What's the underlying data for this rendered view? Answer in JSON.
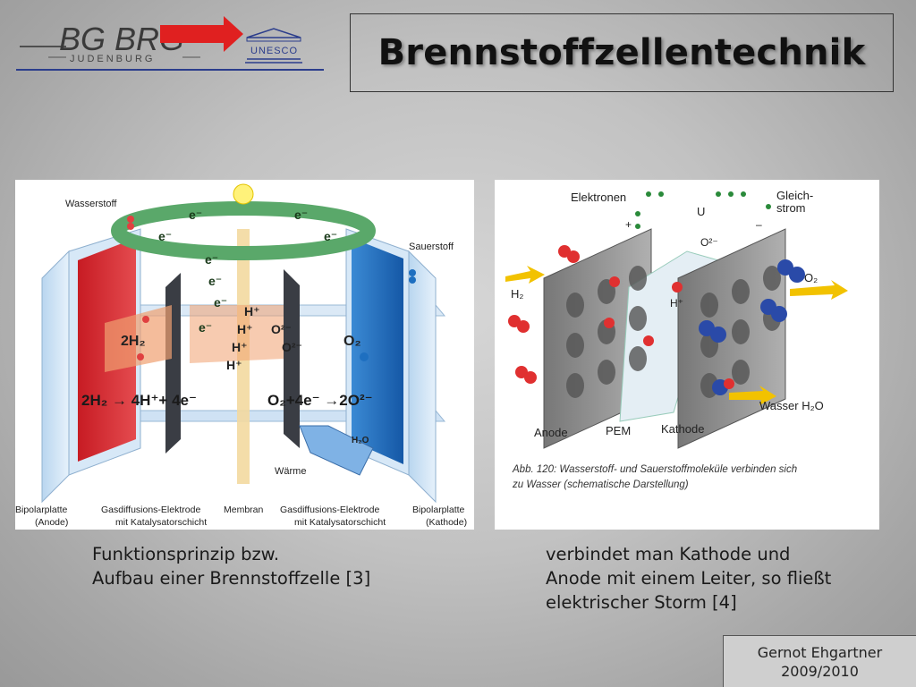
{
  "slide": {
    "title": "Brennstoffzellentechnik",
    "logo": {
      "school_text": "BG BRG",
      "city_text": "JUDENBURG",
      "unesco_text": "UNESCO",
      "arrow_color": "#e02020"
    },
    "figure1": {
      "labels": {
        "wasserstoff": "Wasserstoff",
        "sauerstoff": "Sauerstoff",
        "eq_left": "2H₂",
        "eq_right": "O₂",
        "reaction_anode": "2H₂ → 4H⁺+ 4e⁻",
        "reaction_cathode": "O₂+4e⁻ →2O²⁻",
        "h2o": "H₂O",
        "waerme": "Wärme",
        "electron": "e⁻",
        "proton": "H⁺",
        "oxide": "O²⁻",
        "bottom": [
          {
            "line1": "Bipolarplatte",
            "line2": "(Anode)"
          },
          {
            "line1": "Gasdiffusions-Elektrode",
            "line2": "mit Katalysatorschicht"
          },
          {
            "line1": "Membran",
            "line2": ""
          },
          {
            "line1": "Gasdiffusions-Elektrode",
            "line2": "mit Katalysatorschicht"
          },
          {
            "line1": "Bipolarplatte",
            "line2": "(Kathode)"
          }
        ]
      },
      "colors": {
        "anode": "#d8242c",
        "cathode": "#1e6fc0",
        "ring": "#5aa86a",
        "membrane": "#f3d9a0"
      }
    },
    "figure2": {
      "labels": {
        "elektronen": "Elektronen",
        "gleichstrom_1": "Gleich-",
        "gleichstrom_2": "strom",
        "u": "U",
        "plus": "+",
        "minus": "–",
        "h2": "H₂",
        "o2": "O₂",
        "o2minus": "O²⁻",
        "hplus": "H⁺",
        "wasser": "Wasser H₂O",
        "anode": "Anode",
        "pem": "PEM",
        "kathode": "Kathode",
        "caption_1": "Abb. 120: Wasserstoff- und Sauerstoffmoleküle verbinden sich",
        "caption_2": "zu Wasser (schematische Darstellung)"
      }
    },
    "caption_left": {
      "line1": "Funktionsprinzip bzw.",
      "line2": "Aufbau einer Brennstoffzelle [3]"
    },
    "caption_right": {
      "line1": "verbindet man Kathode und",
      "line2": "Anode mit einem Leiter, so fließt",
      "line3": "elektrischer Storm [4]"
    },
    "author": {
      "name": "Gernot Ehgartner",
      "year": "2009/2010"
    }
  }
}
